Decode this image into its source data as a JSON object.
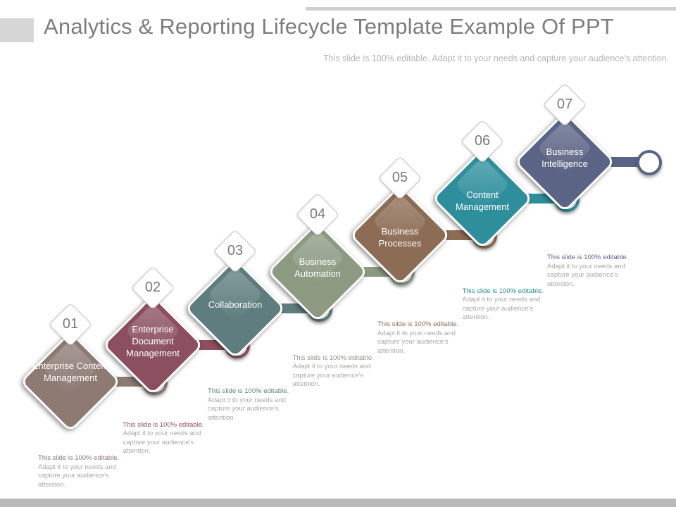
{
  "title": "Analytics & Reporting Lifecycle Template Example Of PPT",
  "subtitle": "This slide is 100% editable. Adapt it to your needs and capture your audience's attention.",
  "steps": [
    {
      "number": "01",
      "label": "Enterprise Content Management",
      "color": "#8c7a73",
      "desc_lead": "This slide is 100% editable.",
      "desc_rest": " Adapt it to your needs and capture your audience's attention."
    },
    {
      "number": "02",
      "label": "Enterprise Document Management",
      "color": "#8b4f5f",
      "desc_lead": "This slide is 100% editable.",
      "desc_rest": " Adapt it to your needs and capture your audience's attention."
    },
    {
      "number": "03",
      "label": "Collaboration",
      "color": "#5f7d7e",
      "desc_lead": "This slide is 100% editable.",
      "desc_rest": " Adapt it to your needs and capture your audience's attention."
    },
    {
      "number": "04",
      "label": "Business Automation",
      "color": "#8c9a82",
      "desc_lead": "This slide is 100% editable.",
      "desc_rest": " Adapt it to your needs and capture your audience's attention."
    },
    {
      "number": "05",
      "label": "Business Processes",
      "color": "#8c6c54",
      "desc_lead": "This slide is 100% editable.",
      "desc_rest": " Adapt it to your needs and capture your audience's attention."
    },
    {
      "number": "06",
      "label": "Content Management",
      "color": "#2e8e9c",
      "desc_lead": "This slide is 100% editable.",
      "desc_rest": " Adapt it to your needs and capture your audience's attention."
    },
    {
      "number": "07",
      "label": "Business Intelligence",
      "color": "#5b6484",
      "desc_lead": "This slide is 100% editable.",
      "desc_rest": " Adapt it to your needs and capture your audience's attention."
    }
  ]
}
